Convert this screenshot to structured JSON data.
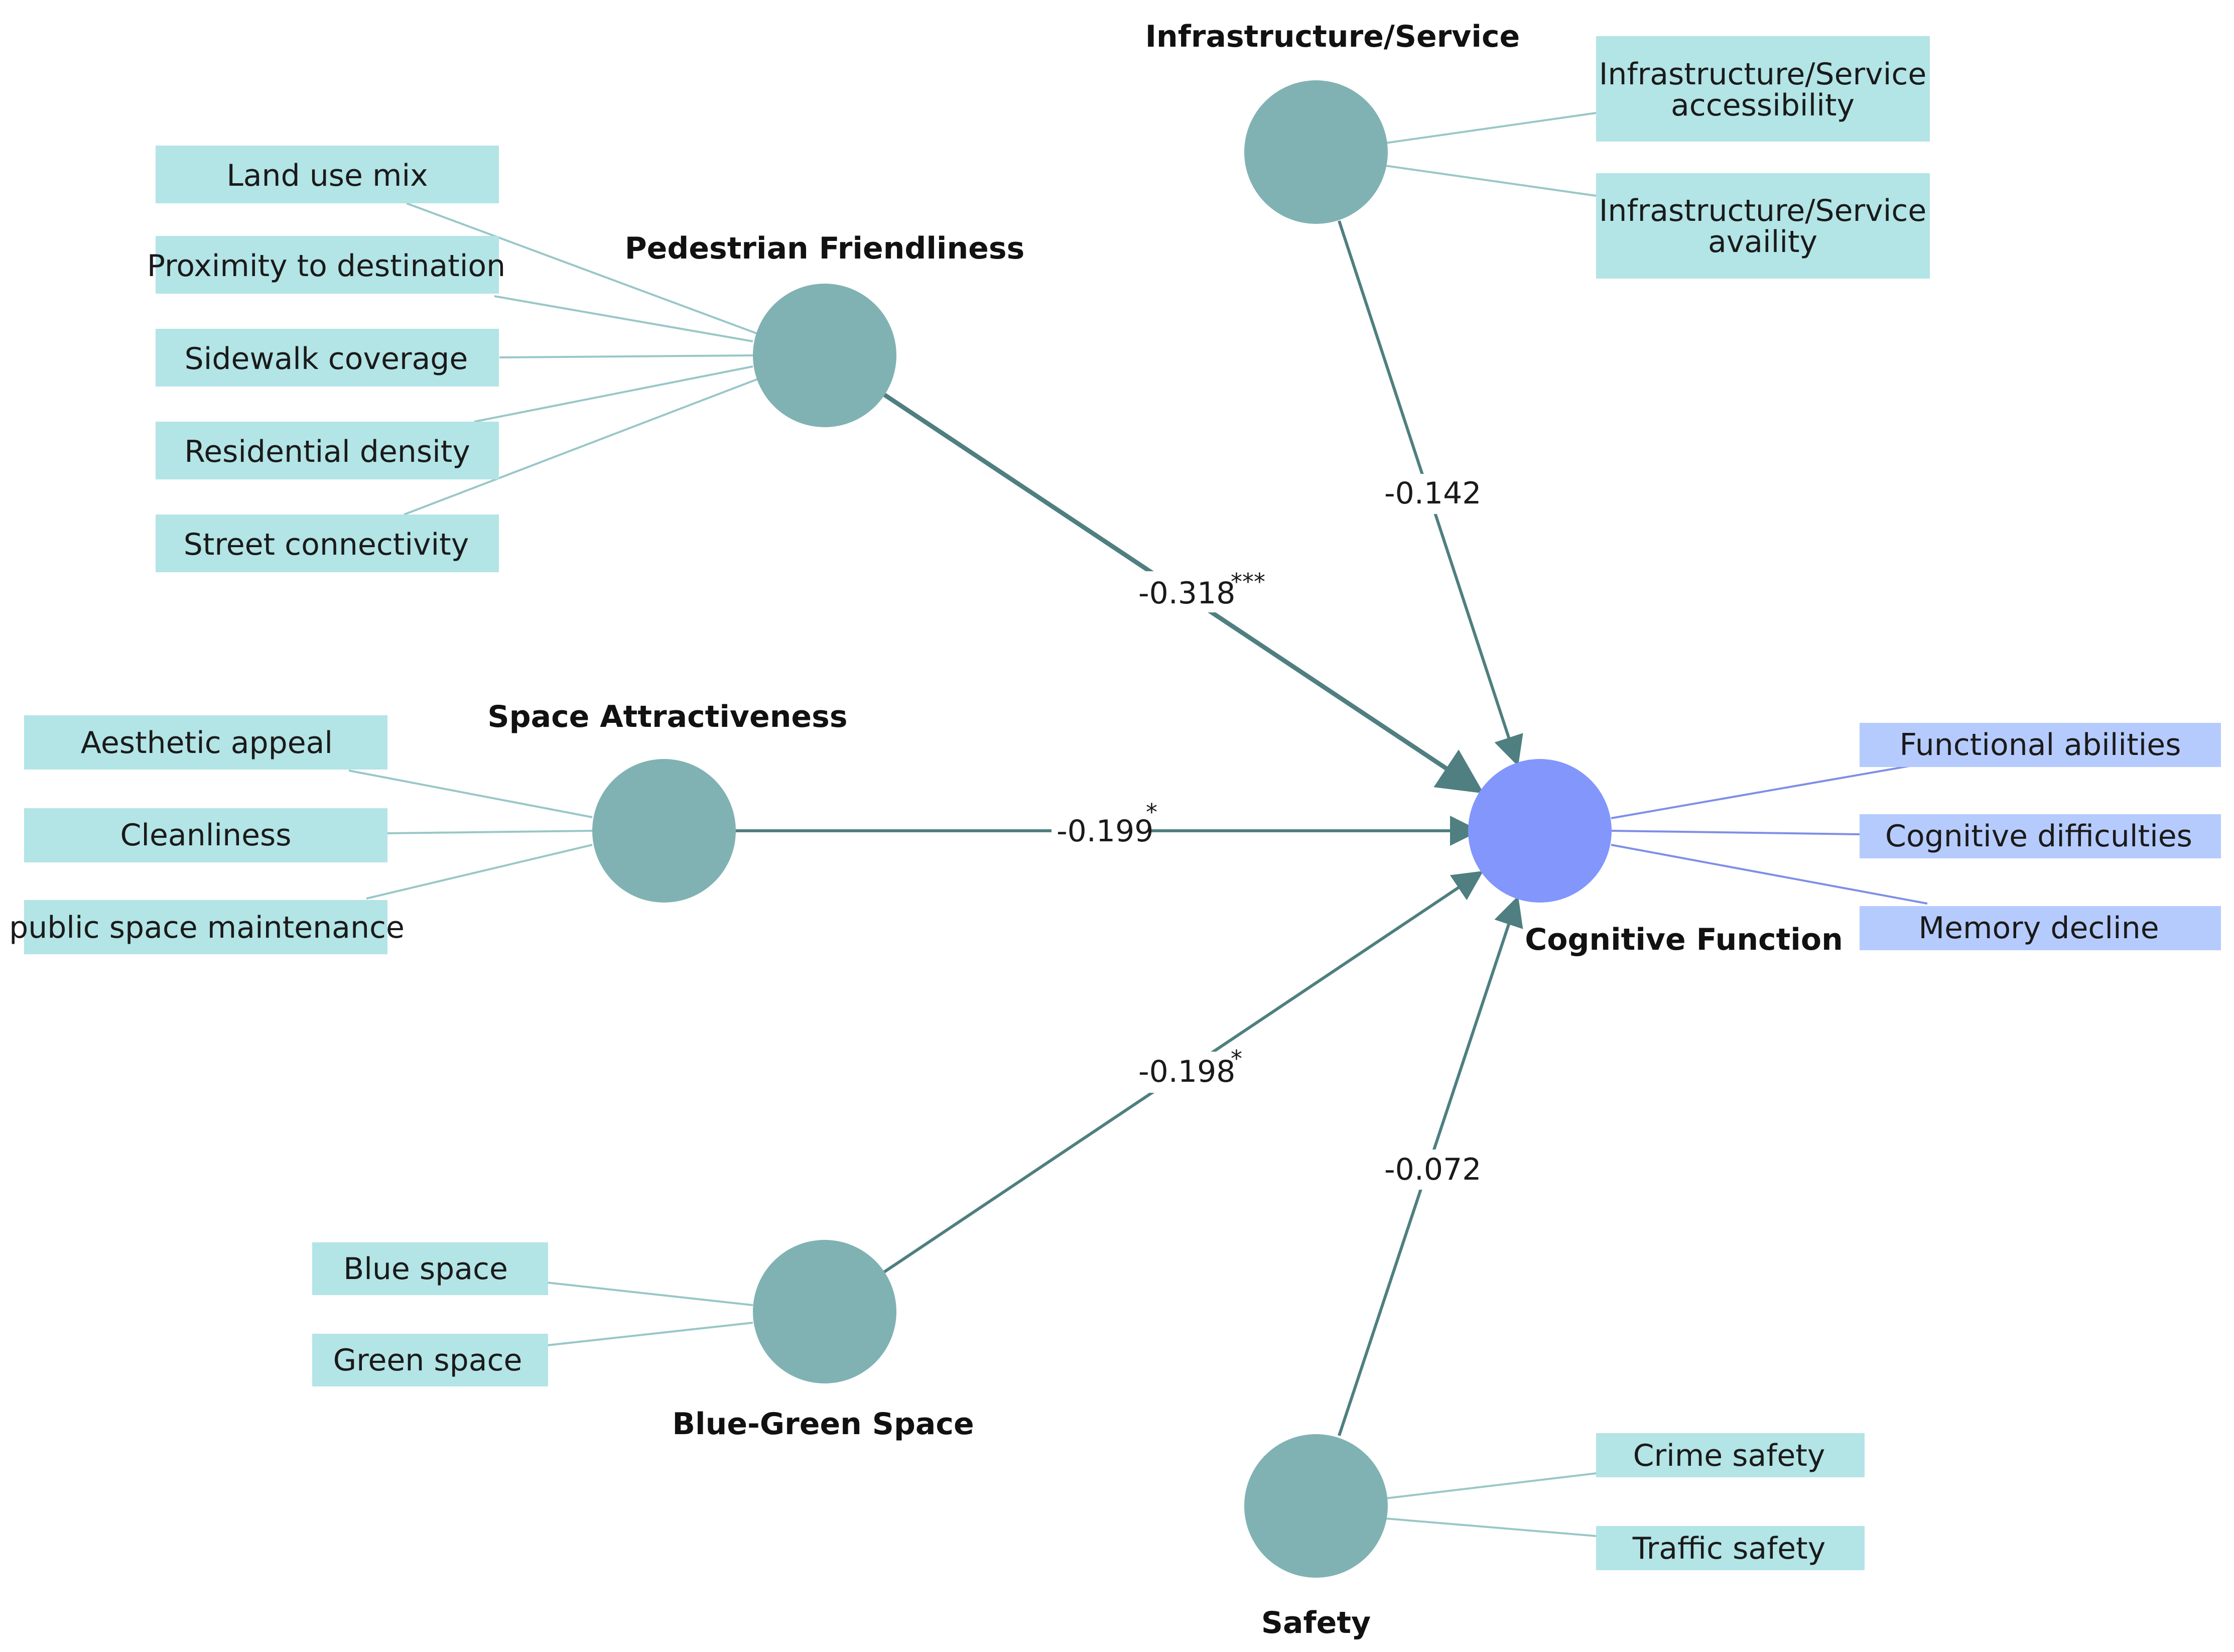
{
  "colors": {
    "latent_fill": "#80b2b3",
    "outcome_fill": "#8296fc",
    "indicator_fill": "#b3e4e6",
    "outcome_indicator_fill": "#b6cbfd",
    "path_stroke": "#4f7f80",
    "loading_stroke": "#99c7c8",
    "outcome_loading_stroke": "#7f8ee6"
  },
  "latents": {
    "pedestrian": {
      "label": "Pedestrian Friendliness"
    },
    "infrastructure": {
      "label": "Infrastructure/Service"
    },
    "attractiveness": {
      "label": "Space Attractiveness"
    },
    "bluegreen": {
      "label": "Blue-Green Space"
    },
    "safety": {
      "label": "Safety"
    },
    "cognitive": {
      "label": "Cognitive Function"
    }
  },
  "indicators": {
    "pedestrian": [
      "Land use mix",
      "Proximity to destination",
      "Sidewalk coverage",
      "Residential density",
      "Street connectivity"
    ],
    "infrastructure": [
      [
        "Infrastructure/Service",
        "accessibility"
      ],
      [
        "Infrastructure/Service",
        "availity"
      ]
    ],
    "attractiveness": [
      "Aesthetic appeal",
      "Cleanliness",
      "public space maintenance"
    ],
    "bluegreen": [
      "Blue space",
      "Green space"
    ],
    "safety": [
      "Crime safety",
      "Traffic safety"
    ],
    "cognitive": [
      "Functional abilities",
      "Cognitive difficulties",
      "Memory decline"
    ]
  },
  "paths": {
    "pedestrian": {
      "coef": "-0.318",
      "sig": "***"
    },
    "infrastructure": {
      "coef": "-0.142",
      "sig": ""
    },
    "attractiveness": {
      "coef": "-0.199",
      "sig": "*"
    },
    "bluegreen": {
      "coef": "-0.198",
      "sig": "*"
    },
    "safety": {
      "coef": "-0.072",
      "sig": ""
    }
  }
}
